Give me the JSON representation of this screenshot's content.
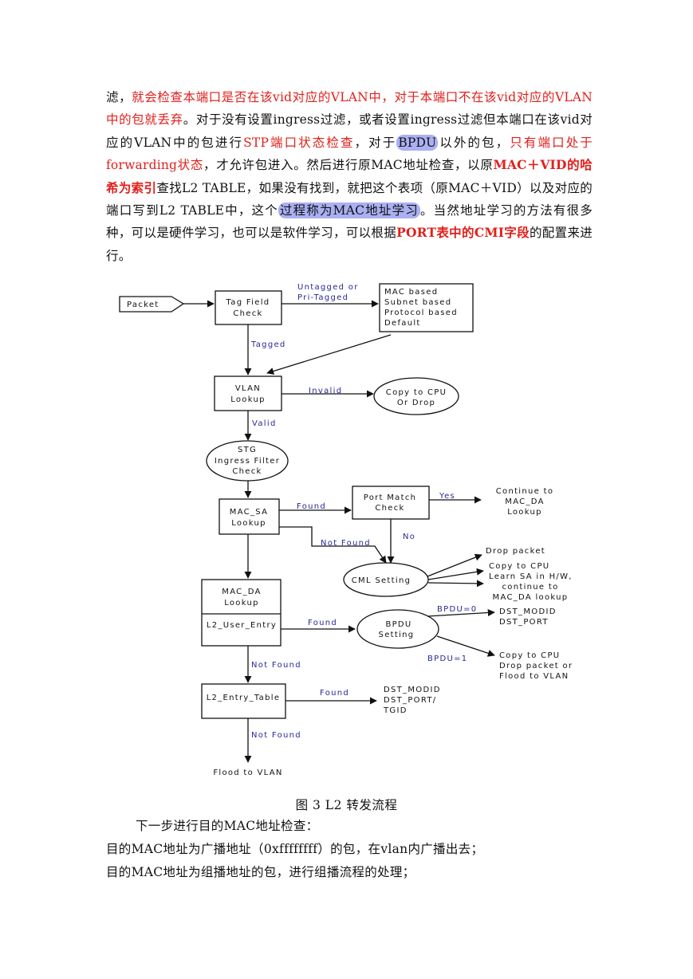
{
  "paragraph": {
    "s1": "滤，",
    "s2": "就会检查本端口是否在该vid对应的VLAN中，对于本端口不在该vid对应的VLAN中的包就丢弃",
    "s3": "。对于没有设置ingress过滤，或者设置ingress过滤但本端口在该vid对应的VLAN中的包进行",
    "s4": "STP端口状态检查",
    "s5": "，对于",
    "s6": "BPDU",
    "s7": "以外的包，",
    "s8": "只有端口处于forwarding状态",
    "s9": "，才允许包进入。然后进行原MAC地址检查，以原",
    "s10": "MAC＋VID的哈希为索引",
    "s11": "查找L2 TABLE，如果没有找到，就把这个表项（原MAC＋VID）以及对应的端口写到L2 TABLE中，这个",
    "s12": "过程称为MAC地址学习",
    "s13": "。当然地址学习的方法有很多种，可以是硬件学习，也可以是软件学习，可以根据",
    "s14": "PORT表中的CMI字段",
    "s15": "的配置来进行。"
  },
  "diagram": {
    "packet": "Packet",
    "tag_field_check": [
      "Tag Field",
      "Check"
    ],
    "untagged_label": [
      "Untagged or",
      "Pri-Tagged"
    ],
    "vlan_assign_box": [
      "MAC based",
      "Subnet based",
      "Protocol based",
      "Default"
    ],
    "tagged": "Tagged",
    "vlan_lookup": [
      "VLAN",
      "Lookup"
    ],
    "invalid": "Invalid",
    "copy_cpu_drop": [
      "Copy to CPU",
      "Or Drop"
    ],
    "valid": "Valid",
    "stg_check": [
      "STG",
      "Ingress Filter",
      "Check"
    ],
    "mac_sa_lookup": [
      "MAC_SA",
      "Lookup"
    ],
    "found1": "Found",
    "port_match_check": [
      "Port Match",
      "Check"
    ],
    "yes": "Yes",
    "continue_da": [
      "Continue to",
      "MAC_DA",
      "Lookup"
    ],
    "not_found1": "Not Found",
    "no": "No",
    "cml_setting": "CML Setting",
    "cml_out1": "Drop packet",
    "cml_out2": [
      "Copy to CPU",
      "Learn SA in H/W,",
      "continue to",
      "MAC_DA lookup"
    ],
    "mac_da_lookup": [
      "MAC_DA",
      "Lookup"
    ],
    "l2_user_entry": "L2_User_Entry",
    "found2": "Found",
    "bpdu_setting": [
      "BPDU",
      "Setting"
    ],
    "bpdu0": "BPDU=0",
    "bpdu0_out": [
      "DST_MODID",
      "DST_PORT"
    ],
    "bpdu1": "BPDU=1",
    "bpdu1_out": [
      "Copy to CPU",
      "Drop packet or",
      "Flood to VLAN"
    ],
    "not_found2": "Not Found",
    "l2_entry_table": "L2_Entry_Table",
    "found3": "Found",
    "entry_out": [
      "DST_MODID",
      "DST_PORT/",
      "TGID"
    ],
    "not_found3": "Not Found",
    "flood_vlan": "Flood to VLAN"
  },
  "caption": "图 3 L2 转发流程",
  "lines": [
    "下一步进行目的MAC地址检查：",
    "目的MAC地址为广播地址（0xffffffff）的包，在vlan内广播出去；",
    "目的MAC地址为组播地址的包，进行组播流程的处理；"
  ]
}
